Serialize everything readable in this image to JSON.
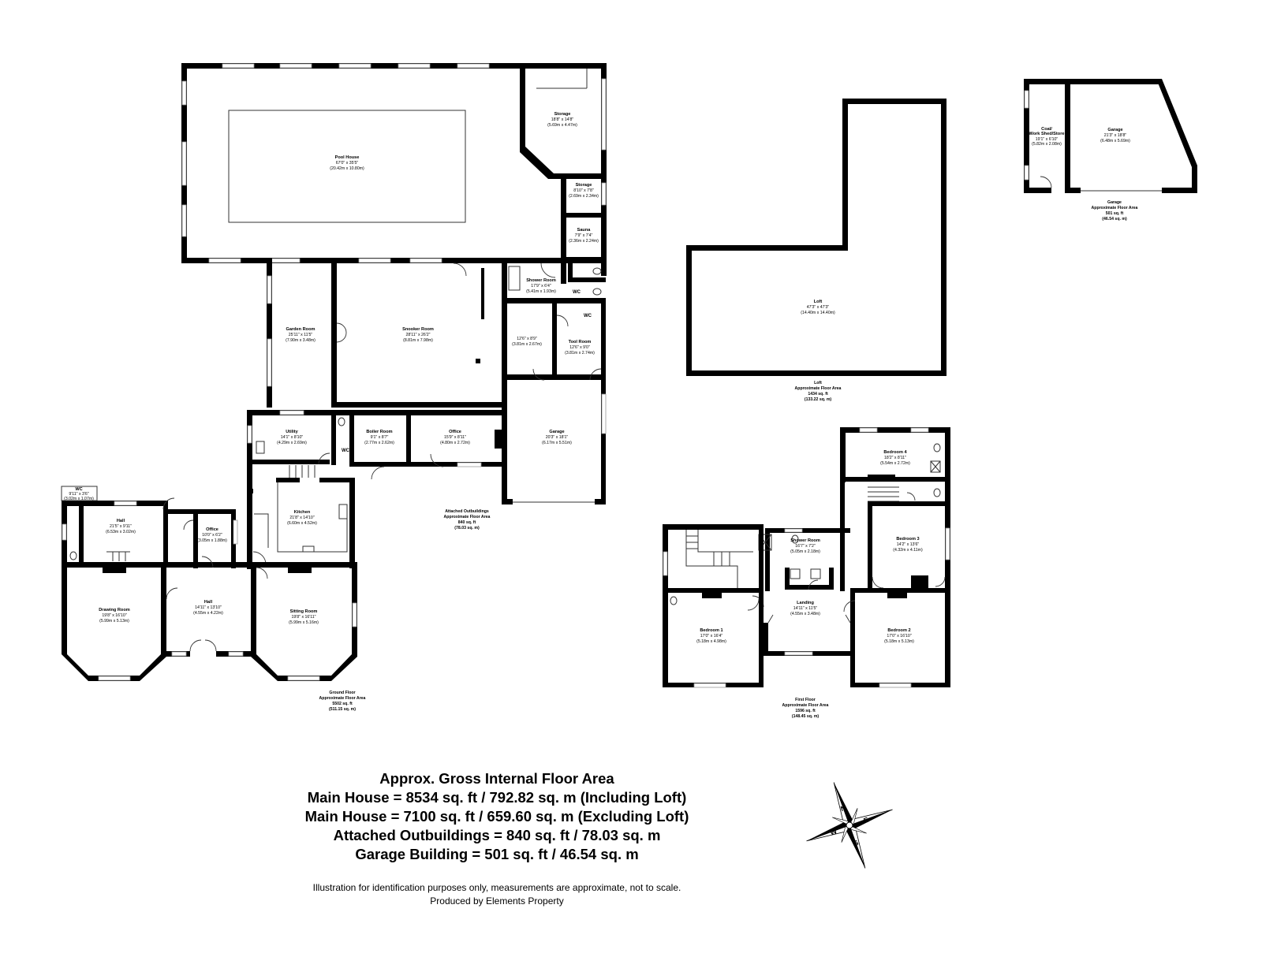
{
  "rooms": {
    "pool_house": {
      "name": "Pool House",
      "dims": "67'0\" x 35'5\"",
      "metric": "(20.42m x 10.80m)"
    },
    "storage1": {
      "name": "Storage",
      "dims": "18'8\" x 14'8\"",
      "metric": "(5.69m x 4.47m)"
    },
    "storage2": {
      "name": "Storage",
      "dims": "8'10\" x 7'8\"",
      "metric": "(2.69m x 2.34m)"
    },
    "sauna": {
      "name": "Sauna",
      "dims": "7'9\" x 7'4\"",
      "metric": "(2.36m x 2.24m)"
    },
    "shower_gf": {
      "name": "Shower Room",
      "dims": "17'9\" x 6'4\"",
      "metric": "(5.41m x 1.93m)"
    },
    "garden_room": {
      "name": "Garden Room",
      "dims": "25'11\" x 11'5\"",
      "metric": "(7.90m x 3.48m)"
    },
    "snooker": {
      "name": "Snooker Room",
      "dims": "28'11\" x 26'2\"",
      "metric": "(8.81m x 7.98m)"
    },
    "unnamed": {
      "dims": "12'6\" x 8'9\"",
      "metric": "(3.81m x 2.67m)"
    },
    "tool_room": {
      "name": "Tool Room",
      "dims": "12'6\" x 9'0\"",
      "metric": "(3.81m x 2.74m)"
    },
    "utility": {
      "name": "Utility",
      "dims": "14'1\" x 8'10\"",
      "metric": "(4.29m x 2.69m)"
    },
    "boiler": {
      "name": "Boiler Room",
      "dims": "9'1\" x 8'7\"",
      "metric": "(2.77m x 2.62m)"
    },
    "office_out": {
      "name": "Office",
      "dims": "15'9\" x 8'11\"",
      "metric": "(4.80m x 2.72m)"
    },
    "garage_att": {
      "name": "Garage",
      "dims": "20'3\" x 18'1\"",
      "metric": "(6.17m x 5.51m)"
    },
    "wc_gf": {
      "name": "WC",
      "dims": "9'11\" x 3'6\"",
      "metric": "(3.02m x 1.07m)"
    },
    "hall1": {
      "name": "Hall",
      "dims": "21'5\" x 9'11\"",
      "metric": "(6.53m x 3.02m)"
    },
    "office_gf": {
      "name": "Office",
      "dims": "10'0\" x 6'2\"",
      "metric": "(3.05m x 1.88m)"
    },
    "kitchen": {
      "name": "Kitchen",
      "dims": "21'8\" x 14'10\"",
      "metric": "(6.60m x 4.52m)"
    },
    "drawing": {
      "name": "Drawing Room",
      "dims": "19'8\" x 16'10\"",
      "metric": "(5.99m x 5.13m)"
    },
    "hall2": {
      "name": "Hall",
      "dims": "14'11\" x 13'10\"",
      "metric": "(4.55m x 4.22m)"
    },
    "sitting": {
      "name": "Sitting Room",
      "dims": "19'8\" x 16'11\"",
      "metric": "(5.99m x 5.16m)"
    },
    "loft": {
      "name": "Loft",
      "dims": "47'3\" x 47'3\"",
      "metric": "(14.40m x 14.40m)"
    },
    "coal": {
      "name": "Coal/",
      "name2": "Work Shed/Store",
      "dims": "19'1\" x 6'10\"",
      "metric": "(5.82m x 2.08m)"
    },
    "garage_bld": {
      "name": "Garage",
      "dims": "21'3\" x 18'8\"",
      "metric": "(6.48m x 5.69m)"
    },
    "bed4": {
      "name": "Bedroom 4",
      "dims": "18'2\" x 8'11\"",
      "metric": "(5.54m x 2.72m)"
    },
    "shower_ff": {
      "name": "Shower Room",
      "dims": "16'7\" x 7'2\"",
      "metric": "(5.05m x 2.18m)"
    },
    "bed3": {
      "name": "Bedroom 3",
      "dims": "14'2\" x 13'6\"",
      "metric": "(4.32m x 4.11m)"
    },
    "landing": {
      "name": "Landing",
      "dims": "14'11\" x 11'5\"",
      "metric": "(4.55m x 3.48m)"
    },
    "bed1": {
      "name": "Bedroom 1",
      "dims": "17'0\" x 16'4\"",
      "metric": "(5.18m x 4.98m)"
    },
    "bed2": {
      "name": "Bedroom 2",
      "dims": "17'0\" x 16'10\"",
      "metric": "(5.18m x 5.13m)"
    }
  },
  "wc_labels": {
    "a": "WC",
    "b": "WC",
    "c": "WC"
  },
  "areas": {
    "ground": {
      "l1": "Ground Floor",
      "l2": "Approximate Floor Area",
      "l3": "5502 sq. ft",
      "l4": "(511.15 sq. m)"
    },
    "outbuildings": {
      "l1": "Attached Outbuildings",
      "l2": "Approximate Floor Area",
      "l3": "840 sq. ft",
      "l4": "(78.03 sq. m)"
    },
    "loft": {
      "l1": "Loft",
      "l2": "Approximate Floor Area",
      "l3": "1434 sq. ft",
      "l4": "(133.22 sq. m)"
    },
    "garage": {
      "l1": "Garage",
      "l2": "Approximate Floor Area",
      "l3": "501 sq. ft",
      "l4": "(46.54 sq. m)"
    },
    "first": {
      "l1": "First Floor",
      "l2": "Approximate Floor Area",
      "l3": "1596 sq. ft",
      "l4": "(148.45 sq. m)"
    }
  },
  "summary": {
    "title": "Approx. Gross Internal Floor Area",
    "line1": "Main House = 8534 sq. ft / 792.82 sq. m (Including Loft)",
    "line2": "Main House = 7100 sq. ft / 659.60 sq. m (Excluding Loft)",
    "line3": "Attached Outbuildings = 840 sq. ft / 78.03 sq. m",
    "line4a": "Garage",
    "line4b": "Building = 501 sq. ft / 46.54 sq. m"
  },
  "disclaimer": {
    "line1": "Illustration for identification purposes only, measurements are approximate, not to scale.",
    "line2": "Produced by Elements Property"
  },
  "compass": {
    "n": "N",
    "e": "E",
    "s": "S",
    "w": "W"
  }
}
